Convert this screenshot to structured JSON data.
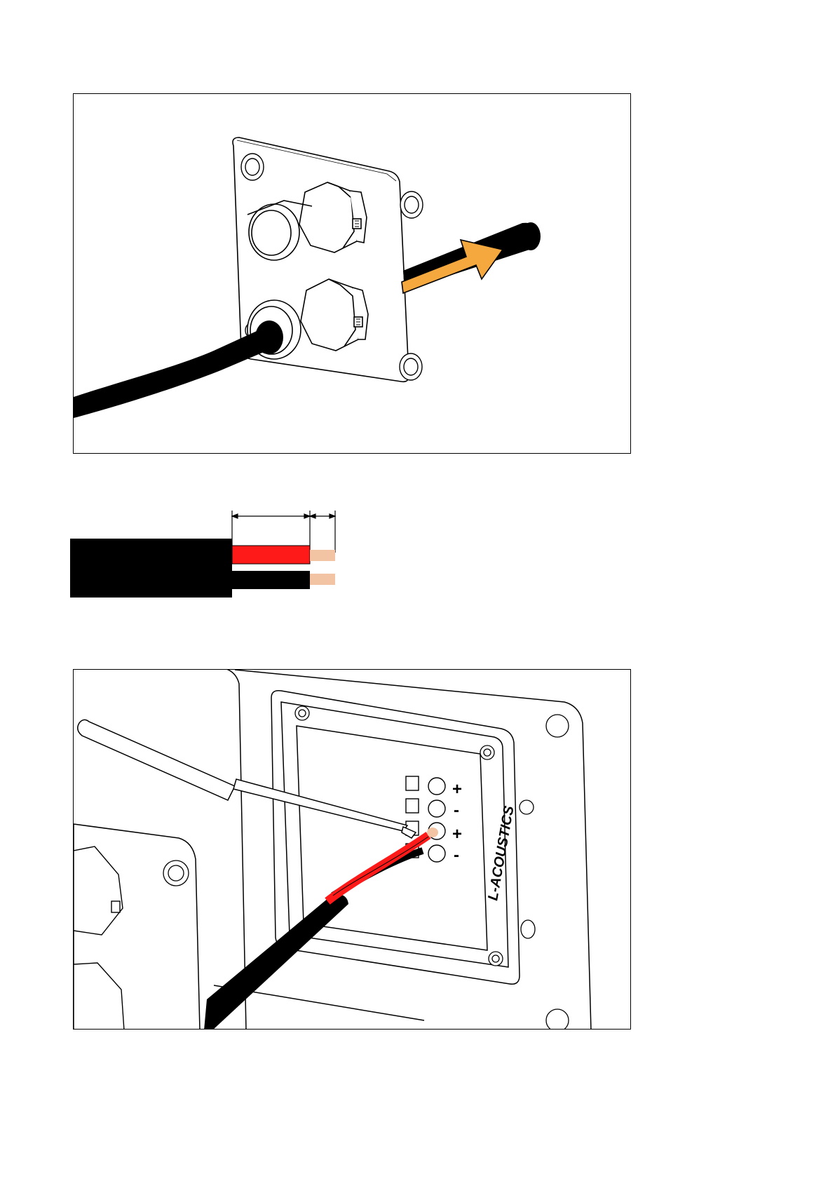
{
  "figures": [
    {
      "id": "fig1",
      "description_label": "cable-through-gland",
      "colors": {
        "arrow": "#f5a83e",
        "cable": "#000000",
        "line": "#000000"
      }
    },
    {
      "id": "fig2",
      "description_label": "wire-strip-lengths",
      "colors": {
        "red_wire": "#ff1a1a",
        "black_wire": "#000000",
        "copper": "#f2c4a4",
        "jacket": "#000000"
      }
    },
    {
      "id": "fig3",
      "description_label": "terminal-connection",
      "terminals": [
        {
          "sign": "+"
        },
        {
          "sign": "-"
        },
        {
          "sign": "+"
        },
        {
          "sign": "-"
        }
      ],
      "brand_text": "L-ACOUSTICS",
      "colors": {
        "red_wire": "#ff1a1a",
        "black_wire": "#000000",
        "copper": "#f2c4a4"
      }
    }
  ]
}
